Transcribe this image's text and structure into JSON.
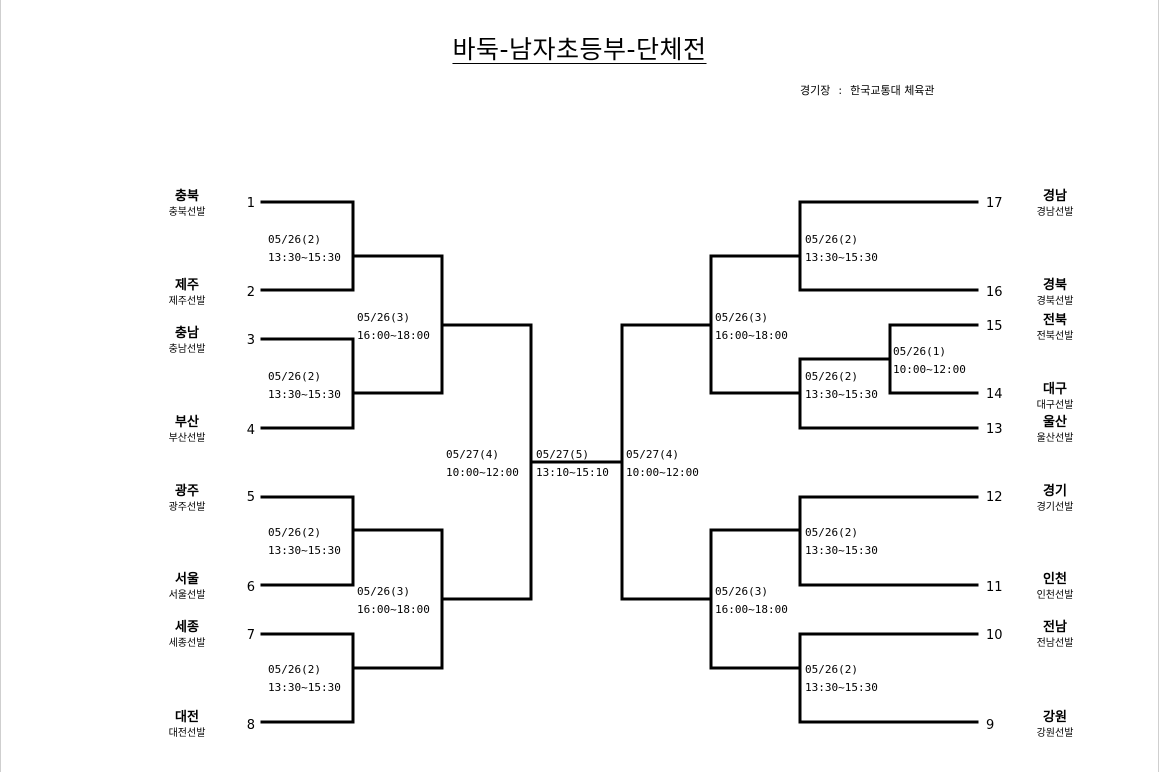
{
  "title": "바둑-남자초등부-단체전",
  "venue": {
    "label": "경기장",
    "separator": ":",
    "value": "한국교통대 체육관"
  },
  "left_teams": [
    {
      "seed": "1",
      "name": "충북",
      "sub": "충북선발"
    },
    {
      "seed": "2",
      "name": "제주",
      "sub": "제주선발"
    },
    {
      "seed": "3",
      "name": "충남",
      "sub": "충남선발"
    },
    {
      "seed": "4",
      "name": "부산",
      "sub": "부산선발"
    },
    {
      "seed": "5",
      "name": "광주",
      "sub": "광주선발"
    },
    {
      "seed": "6",
      "name": "서울",
      "sub": "서울선발"
    },
    {
      "seed": "7",
      "name": "세종",
      "sub": "세종선발"
    },
    {
      "seed": "8",
      "name": "대전",
      "sub": "대전선발"
    }
  ],
  "right_teams": [
    {
      "seed": "17",
      "name": "경남",
      "sub": "경남선발"
    },
    {
      "seed": "16",
      "name": "경북",
      "sub": "경북선발"
    },
    {
      "seed": "15",
      "name": "전북",
      "sub": "전북선발"
    },
    {
      "seed": "14",
      "name": "대구",
      "sub": "대구선발"
    },
    {
      "seed": "13",
      "name": "울산",
      "sub": "울산선발"
    },
    {
      "seed": "12",
      "name": "경기",
      "sub": "경기선발"
    },
    {
      "seed": "11",
      "name": "인천",
      "sub": "인천선발"
    },
    {
      "seed": "10",
      "name": "전남",
      "sub": "전남선발"
    },
    {
      "seed": "9",
      "name": "강원",
      "sub": "강원선발"
    }
  ],
  "matches": [
    {
      "date": "05/26(2)",
      "time": "13:30~15:30"
    },
    {
      "date": "05/26(2)",
      "time": "13:30~15:30"
    },
    {
      "date": "05/26(2)",
      "time": "13:30~15:30"
    },
    {
      "date": "05/26(2)",
      "time": "13:30~15:30"
    },
    {
      "date": "05/26(3)",
      "time": "16:00~18:00"
    },
    {
      "date": "05/26(3)",
      "time": "16:00~18:00"
    },
    {
      "date": "05/27(4)",
      "time": "10:00~12:00"
    },
    {
      "date": "05/27(5)",
      "time": "13:10~15:10"
    },
    {
      "date": "05/27(4)",
      "time": "10:00~12:00"
    },
    {
      "date": "05/26(3)",
      "time": "16:00~18:00"
    },
    {
      "date": "05/26(3)",
      "time": "16:00~18:00"
    },
    {
      "date": "05/26(2)",
      "time": "13:30~15:30"
    },
    {
      "date": "05/26(1)",
      "time": "10:00~12:00"
    },
    {
      "date": "05/26(2)",
      "time": "13:30~15:30"
    },
    {
      "date": "05/26(2)",
      "time": "13:30~15:30"
    },
    {
      "date": "05/26(2)",
      "time": "13:30~15:30"
    }
  ]
}
